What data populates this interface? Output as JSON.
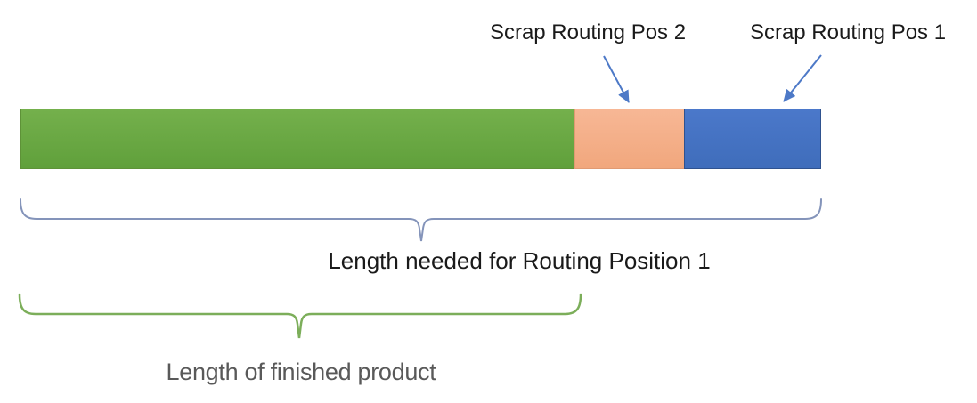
{
  "labels": {
    "scrap_pos_2": "Scrap Routing Pos 2",
    "scrap_pos_1": "Scrap Routing Pos 1",
    "length_needed": "Length needed for Routing Position 1",
    "length_finished": "Length of finished product"
  },
  "bar": {
    "segments": [
      {
        "name": "finished-product",
        "callout": "Length of finished product",
        "share_fraction": 0.692
      },
      {
        "name": "scrap-routing-pos-2",
        "callout": "Scrap Routing Pos 2",
        "share_fraction": 0.138
      },
      {
        "name": "scrap-routing-pos-1",
        "callout": "Scrap Routing Pos 1",
        "share_fraction": 0.17
      }
    ]
  },
  "colors": {
    "background": "#ffffff",
    "label_text": "#1a1a1a",
    "finished_label_text": "#595959",
    "arrow": "#4d79c7",
    "brace_total": "#8494ba",
    "brace_finished": "#7cae5a",
    "segment_finished_top": "#74b04c",
    "segment_finished_bottom": "#60a03b",
    "segment_finished_border": "#5e9238",
    "segment_scrap2_top": "#f7b795",
    "segment_scrap2_bottom": "#f1a77d",
    "segment_scrap2_border": "#e09a73",
    "segment_scrap1_top": "#4b78ca",
    "segment_scrap1_bottom": "#3f6dbb",
    "segment_scrap1_border": "#2f528f"
  }
}
